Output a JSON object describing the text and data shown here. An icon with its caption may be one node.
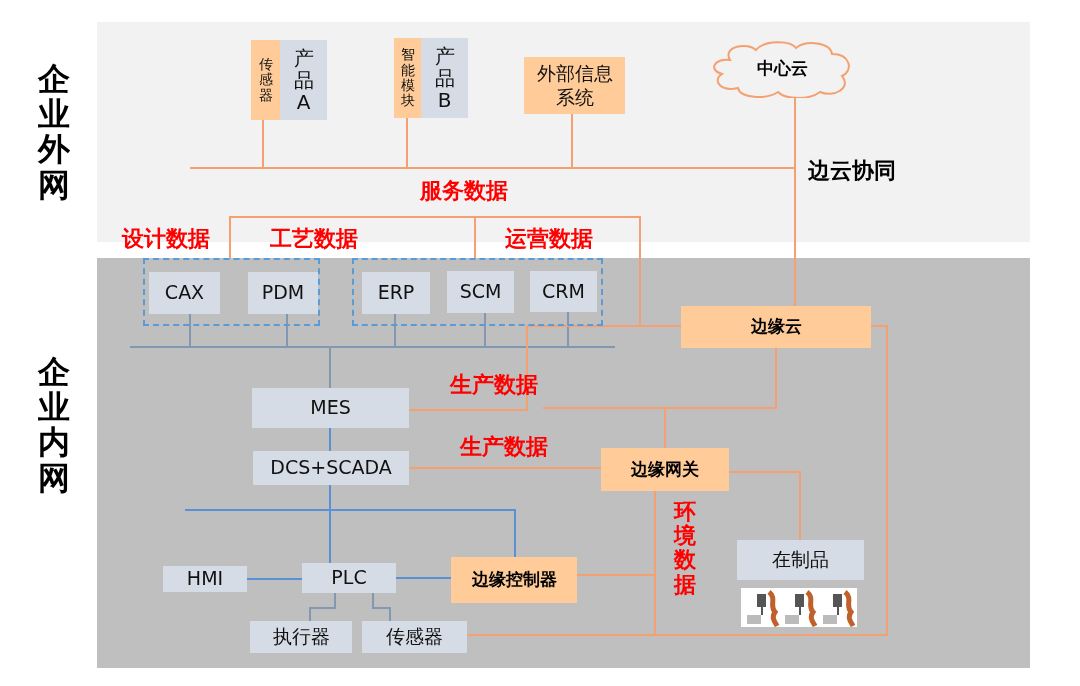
{
  "diagram": {
    "nodes": [
      {
        "text": [
          "传感器"
        ]
      },
      {
        "text": [
          "产品A"
        ]
      },
      {
        "text": [
          "智能模块"
        ]
      },
      {
        "text": [
          "产品B"
        ]
      },
      {
        "text": [
          "外部信息系统"
        ]
      },
      {
        "text": [
          "中心云"
        ]
      },
      {
        "text": [],
        "shape": "box"
      },
      {
        "text": [
          "CAX"
        ],
        "in": 6
      },
      {
        "text": [
          "PDM"
        ],
        "in": 6
      },
      {
        "text": [],
        "shape": "box"
      },
      {
        "text": [
          "ERP"
        ],
        "in": 9
      },
      {
        "text": [
          "SCM"
        ],
        "in": 9
      },
      {
        "text": [
          "CRM"
        ],
        "in": 9
      },
      {
        "text": [
          "边缘云"
        ]
      },
      {
        "text": [
          "MES"
        ]
      },
      {
        "text": [
          "DCS+SCADA"
        ]
      },
      {
        "text": [
          "边缘网关"
        ]
      },
      {
        "text": [
          "HMI"
        ]
      },
      {
        "text": [
          "PLC"
        ]
      },
      {
        "text": [
          "边缘控制器"
        ]
      },
      {
        "text": [
          "在制品"
        ]
      },
      {
        "text": [
          "执行器"
        ]
      },
      {
        "text": [
          "传感器"
        ]
      }
    ],
    "edges": [
      {
        "from": 0,
        "to": 13,
        "arrow": "none"
      },
      {
        "from": 2,
        "to": 13,
        "arrow": "none"
      },
      {
        "from": 4,
        "to": 13,
        "arrow": "none"
      },
      {
        "from": 5,
        "to": 13,
        "arrow": "none",
        "label": "边云协同"
      },
      {
        "from": 6,
        "to": 13,
        "arrow": "none"
      },
      {
        "from": 9,
        "to": 13,
        "arrow": "none"
      },
      {
        "from": 7,
        "to": 14,
        "arrow": "none",
        "color": "#8497b0"
      },
      {
        "from": 8,
        "to": 14,
        "arrow": "none",
        "color": "#8497b0"
      },
      {
        "from": 10,
        "to": 14,
        "arrow": "none",
        "color": "#8497b0"
      },
      {
        "from": 11,
        "to": 14,
        "arrow": "none",
        "color": "#8497b0"
      },
      {
        "from": 12,
        "to": 14,
        "arrow": "none",
        "color": "#8497b0"
      },
      {
        "from": 14,
        "to": 15,
        "arrow": "none",
        "color": "#5b8fd6"
      },
      {
        "from": 14,
        "to": 13,
        "arrow": "none",
        "label": "生产数据"
      },
      {
        "from": null,
        "to": 13,
        "arrow": "none"
      },
      {
        "from": 16,
        "to": 13,
        "arrow": "none"
      },
      {
        "from": 15,
        "to": 16,
        "arrow": "none",
        "label": "生产数据"
      },
      {
        "from": 15,
        "to": 18,
        "arrow": "none",
        "color": "#5b8fd6"
      },
      {
        "from": 15,
        "to": 19,
        "arrow": "none",
        "color": "#5b8fd6"
      },
      {
        "from": 17,
        "to": 18,
        "arrow": "none",
        "color": "#5b8fd6"
      },
      {
        "from": 18,
        "to": 19,
        "arrow": "none",
        "color": "#5b8fd6"
      },
      {
        "from": 18,
        "to": 21,
        "arrow": "none",
        "color": "#8497b0"
      },
      {
        "from": 18,
        "to": 22,
        "arrow": "none",
        "color": "#8497b0"
      },
      {
        "from": 19,
        "to": 16,
        "arrow": "none"
      },
      {
        "from": 22,
        "to": 16,
        "arrow": "none",
        "label": "环境数据"
      },
      {
        "from": 22,
        "to": 13,
        "arrow": "none"
      },
      {
        "from": 16,
        "to": 20,
        "arrow": "none"
      }
    ],
    "labels": [
      "企业外网",
      "企业内网",
      "服务数据",
      "设计数据",
      "工艺数据",
      "运营数据"
    ]
  }
}
